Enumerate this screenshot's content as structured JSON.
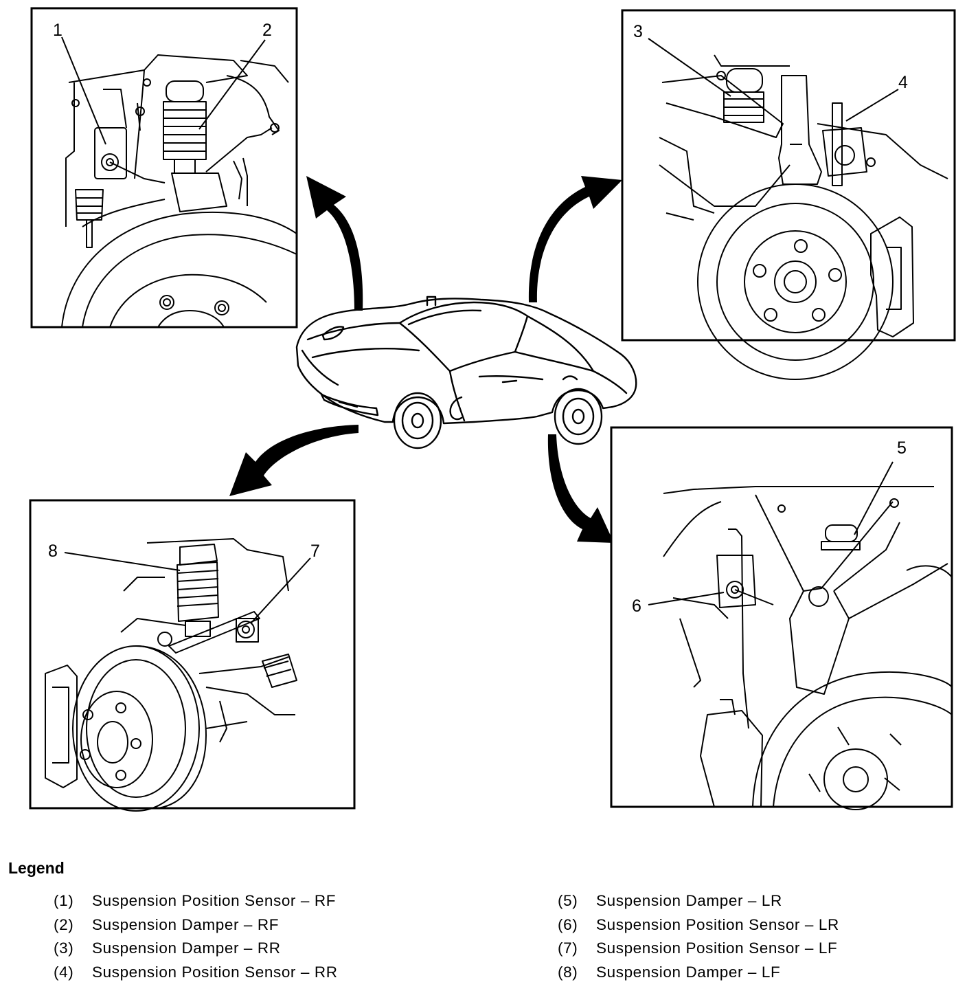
{
  "callouts": [
    "1",
    "2",
    "3",
    "4",
    "5",
    "6",
    "7",
    "8"
  ],
  "legend": {
    "title": "Legend",
    "items": [
      {
        "num": "(1)",
        "text": "Suspension Position Sensor – RF"
      },
      {
        "num": "(2)",
        "text": "Suspension Damper – RF"
      },
      {
        "num": "(3)",
        "text": "Suspension Damper – RR"
      },
      {
        "num": "(4)",
        "text": "Suspension Position Sensor – RR"
      },
      {
        "num": "(5)",
        "text": "Suspension Damper – LR"
      },
      {
        "num": "(6)",
        "text": "Suspension Position Sensor – LR"
      },
      {
        "num": "(7)",
        "text": "Suspension Position Sensor – LF"
      },
      {
        "num": "(8)",
        "text": "Suspension Damper – LF"
      }
    ]
  }
}
